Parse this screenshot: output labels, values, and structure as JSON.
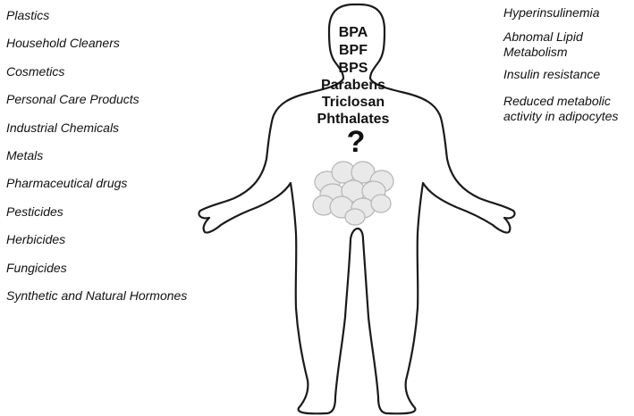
{
  "sources": [
    "Plastics",
    "Household Cleaners",
    "Cosmetics",
    "Personal Care Products",
    "Industrial Chemicals",
    "Metals",
    "Pharmaceutical drugs",
    "Pesticides",
    "Herbicides",
    "Fungicides",
    "Synthetic and Natural Hormones"
  ],
  "chemicals": [
    "BPA",
    "BPF",
    "BPS",
    "Parabens",
    "Triclosan",
    "Phthalates"
  ],
  "question_mark": "?",
  "effects": [
    "Hyperinsulinemia",
    "Abnomal Lipid Metabolism",
    "Insulin resistance",
    "Reduced metabolic activity in adipocytes"
  ]
}
